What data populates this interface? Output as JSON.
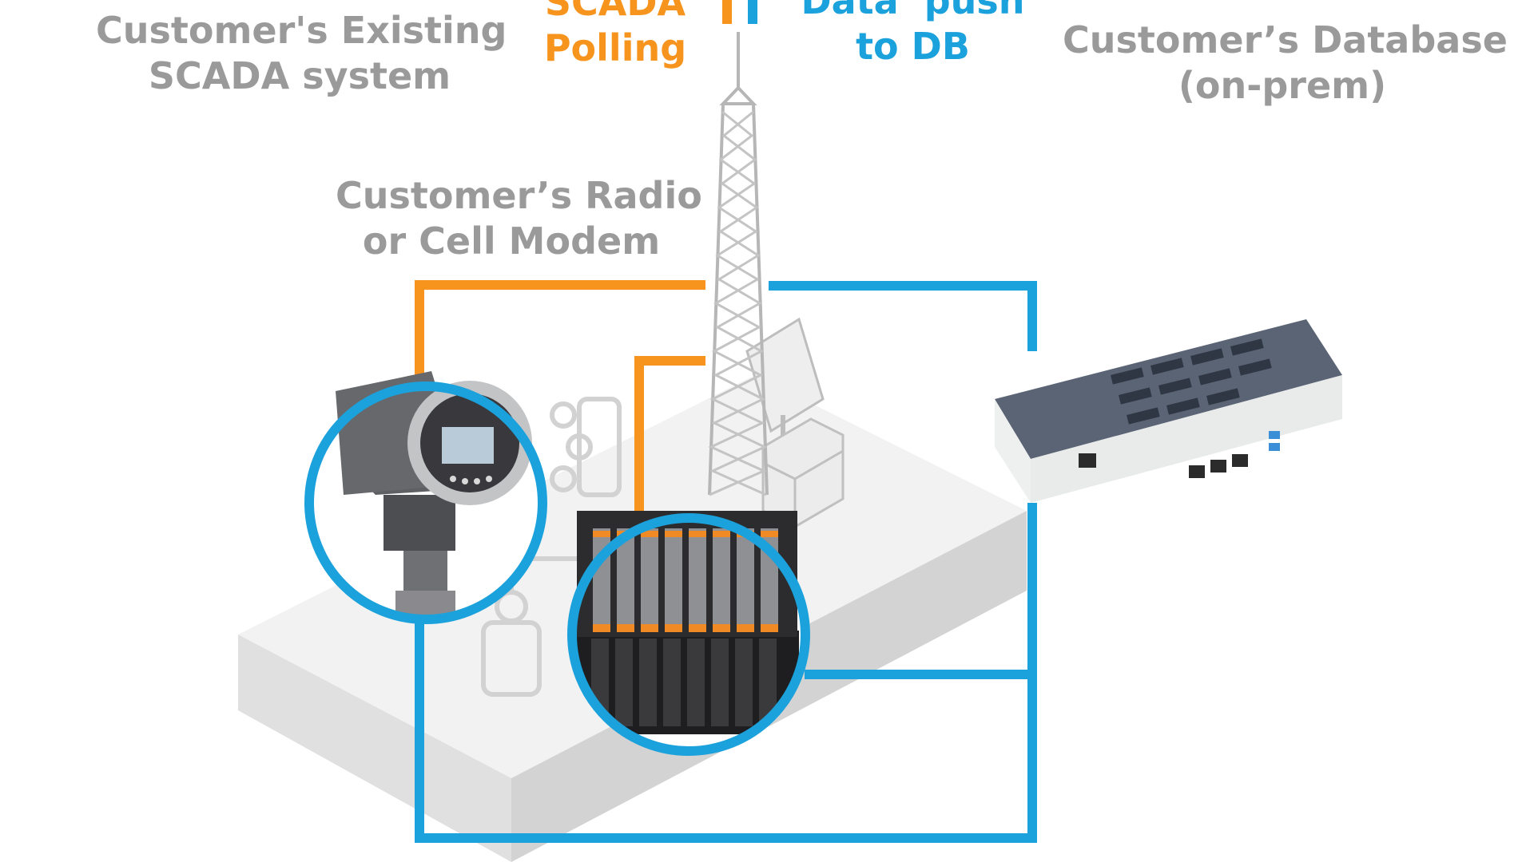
{
  "labels": {
    "scada_system": {
      "line1": "Customer's Existing",
      "line2": "SCADA system"
    },
    "scada_polling": {
      "line1": "SCADA",
      "line2": "Polling"
    },
    "data_push": {
      "line1": "Data  push",
      "line2": "to DB"
    },
    "database": {
      "line1": "Customer’s Database",
      "line2": "(on-prem)"
    },
    "radio_modem": {
      "line1": "Customer’s Radio",
      "line2": "or Cell Modem"
    }
  },
  "colors": {
    "scada_line": "#f7941d",
    "data_line": "#1ba1dc",
    "label_gray": "#9a9a9a",
    "platform_top": "#f1f1f1",
    "platform_side": "#dcdcdc"
  },
  "icons": [
    "radio-tower-icon",
    "flowmeter-transmitter-icon",
    "rtu-controller-icon",
    "edge-computer-icon",
    "wellhead-icon",
    "solar-panel-icon",
    "equipment-box-icon"
  ]
}
